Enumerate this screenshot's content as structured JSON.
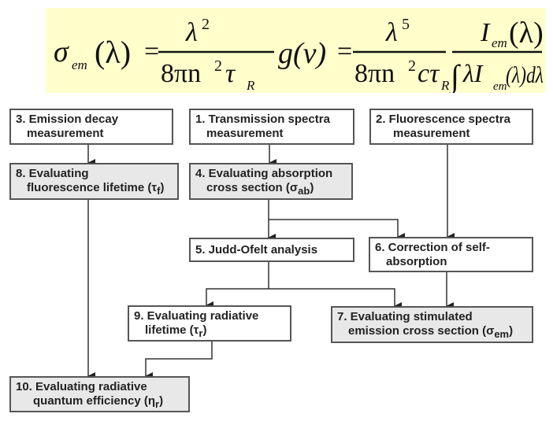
{
  "formula": {
    "lhs": "σ",
    "lhs_sub": "em",
    "lhs_arg": "(λ)",
    "eq1": "=",
    "frac1_num": "λ",
    "frac1_num_sup": "2",
    "frac1_den": "8πn",
    "frac1_den_sup": "2",
    "frac1_den_tau": "τ",
    "frac1_den_tau_sub": "R",
    "g_term": "g(ν)",
    "eq2": "=",
    "frac2_num": "λ",
    "frac2_num_sup": "5",
    "frac2_den": "8πn",
    "frac2_den_sup": "2",
    "frac2_den_c": "cτ",
    "frac2_den_tau_sub": "R",
    "frac3_num": "I",
    "frac3_num_sub": "em",
    "frac3_num_arg": "(λ)",
    "frac3_den_int": "∫",
    "frac3_den_lambda": "λI",
    "frac3_den_sub": "em",
    "frac3_den_arg": "(λ)dλ"
  },
  "boxes": {
    "b1": {
      "line1": "1. Transmission spectra",
      "line2": "measurement"
    },
    "b2": {
      "line1": "2. Fluorescence spectra",
      "line2": "measurement"
    },
    "b3": {
      "line1": "3. Emission decay",
      "line2": "measurement"
    },
    "b4": {
      "line1": "4. Evaluating absorption",
      "line2": "cross section (σ",
      "sub": "ab",
      "close": ")"
    },
    "b5": {
      "line1": "5. Judd-Ofelt analysis"
    },
    "b6": {
      "line1": "6. Correction of self-",
      "line2": "absorption"
    },
    "b7": {
      "line1": "7. Evaluating stimulated",
      "line2": "emission cross section (σ",
      "sub": "em",
      "close": ")"
    },
    "b8": {
      "line1": "8. Evaluating",
      "line2": "fluorescence lifetime (τ",
      "sub": "f",
      "close": ")"
    },
    "b9": {
      "line1": "9. Evaluating radiative",
      "line2": "lifetime (τ",
      "sub": "r",
      "close": ")"
    },
    "b10": {
      "line1": "10. Evaluating radiative",
      "line2": "quantum efficiency  (η",
      "sub": "r",
      "close": ")"
    }
  },
  "colors": {
    "formula_bg": "#ffffcc",
    "box_border": "#555555",
    "shaded_box_bg": "#e8e8e8",
    "arrow": "#333333"
  }
}
